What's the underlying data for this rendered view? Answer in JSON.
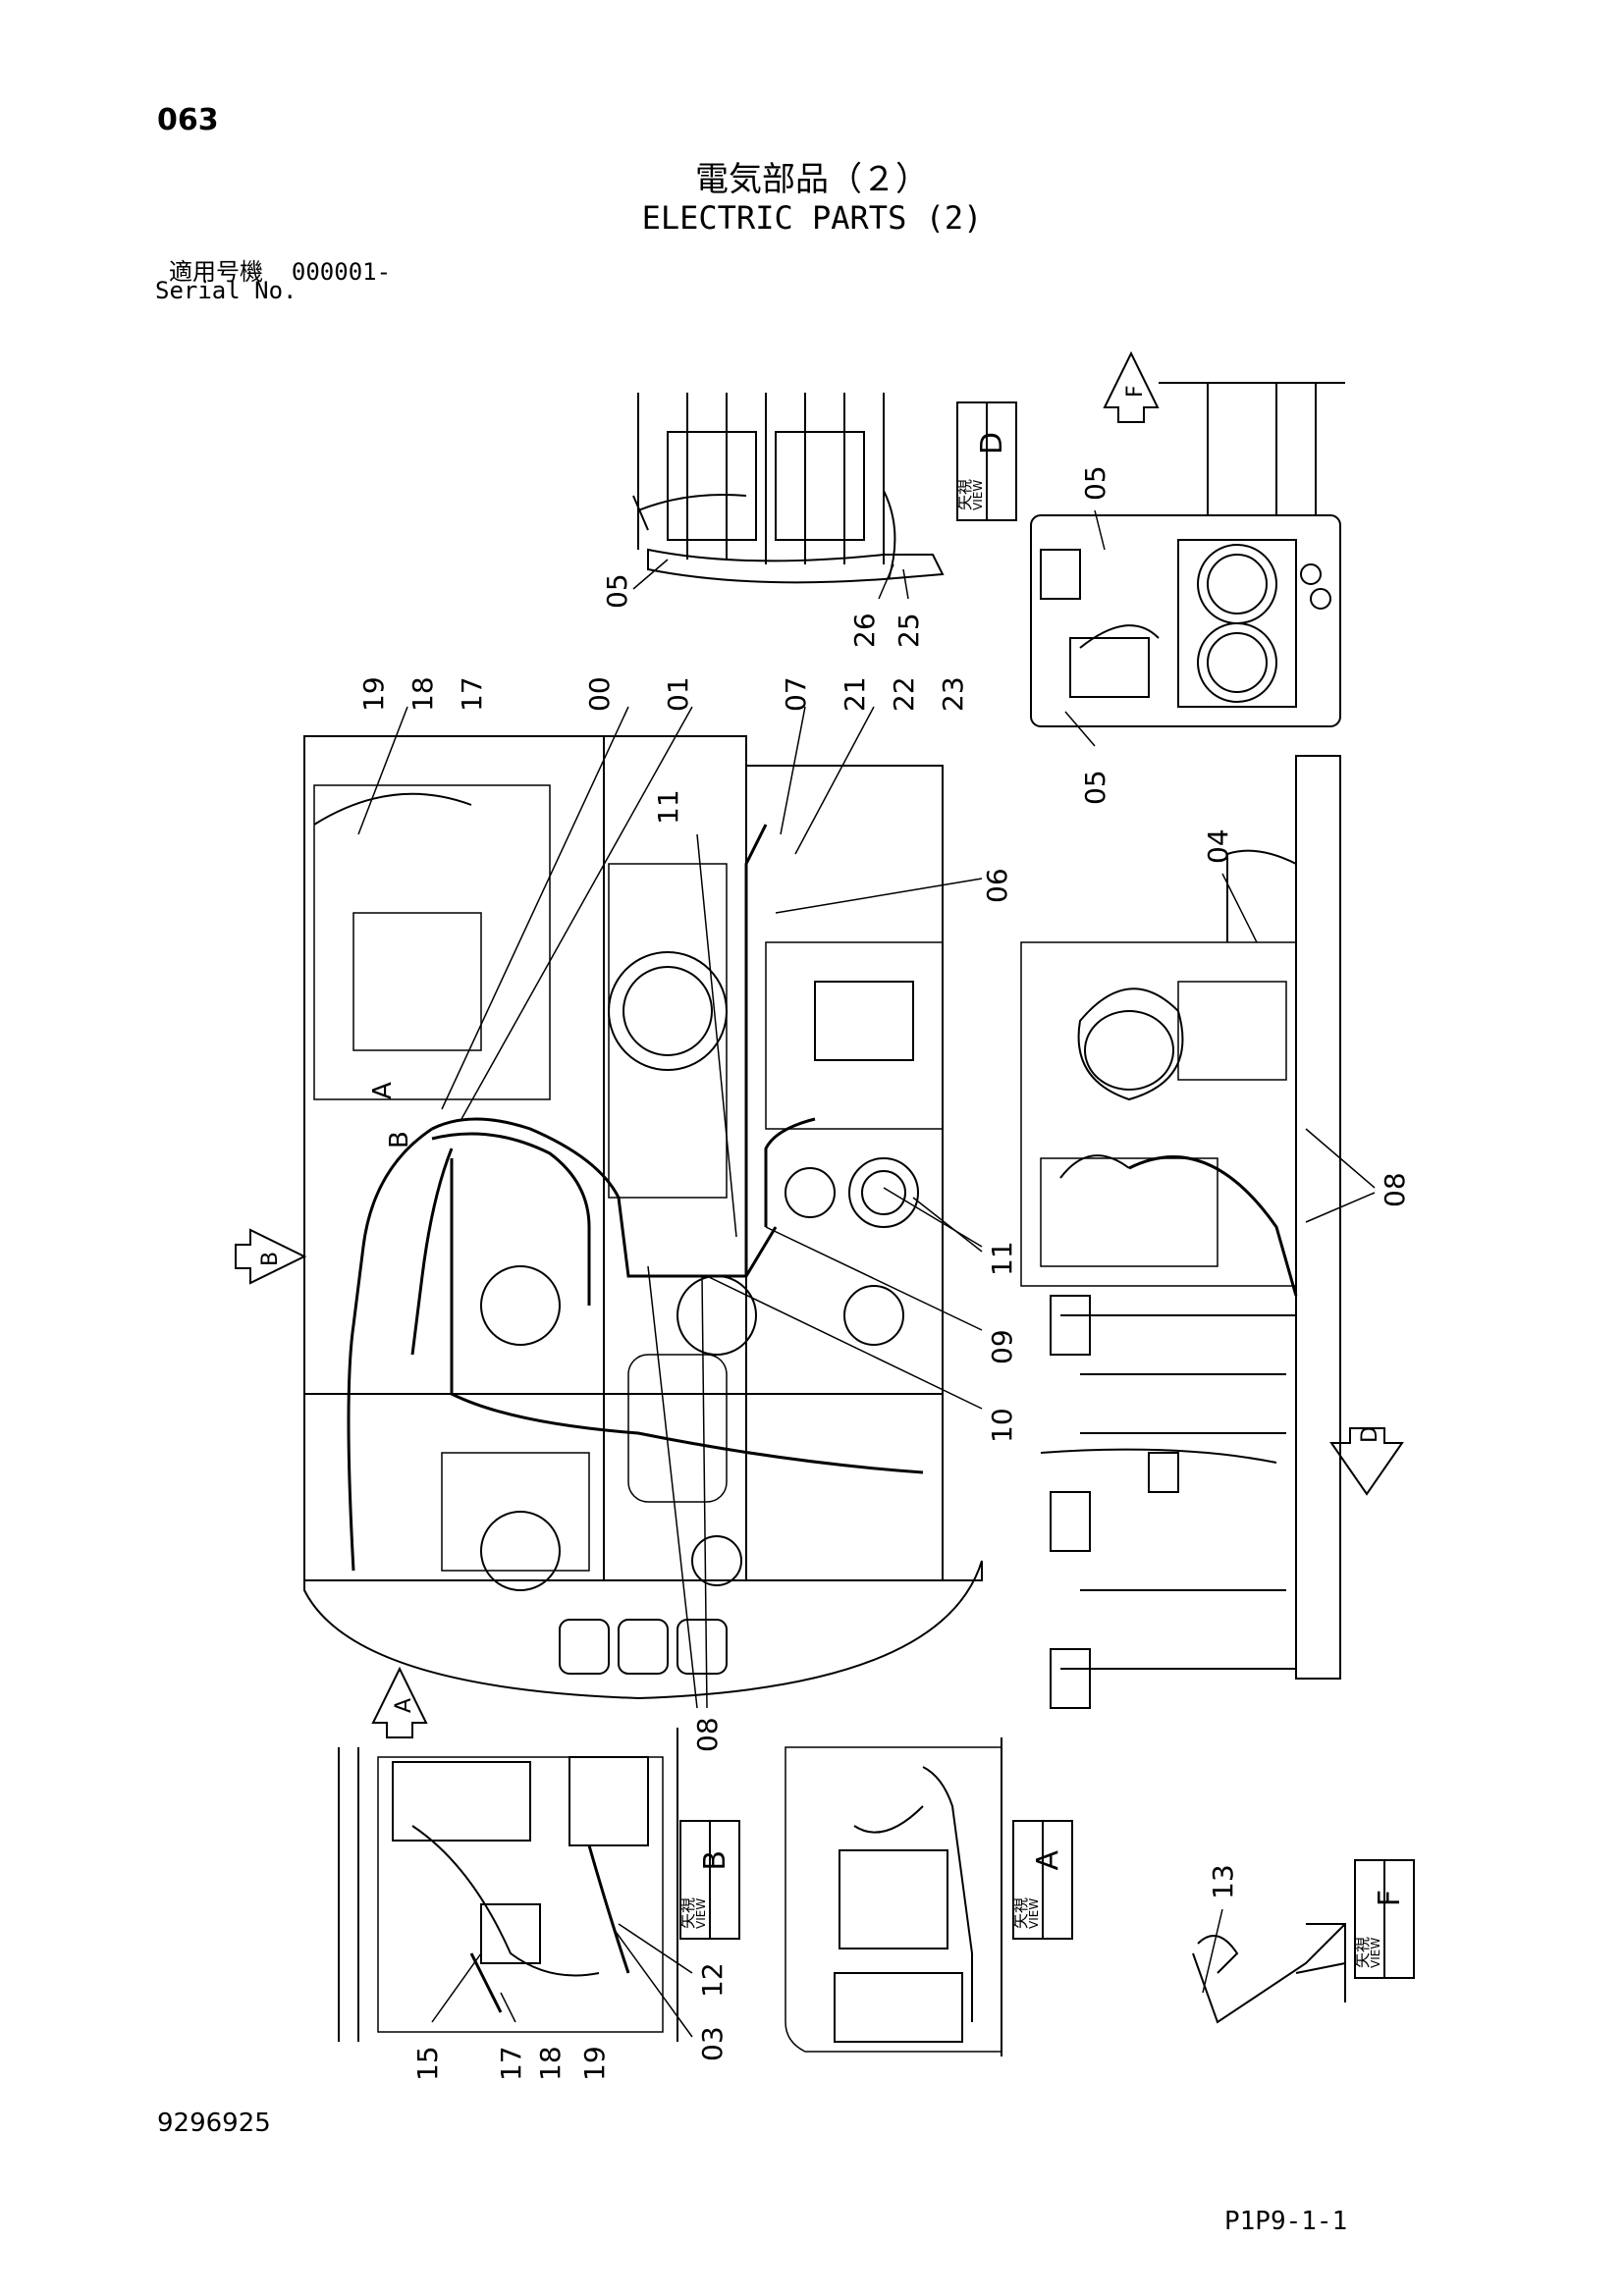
{
  "header": {
    "page_number": "063",
    "title_jp": "電気部品（２）",
    "title_en": "ELECTRIC PARTS (2)",
    "serial_label_jp": "適用号機",
    "serial_value": "000001-",
    "serial_label_en": "Serial No."
  },
  "views": {
    "D": {
      "letter": "D",
      "jp": "矢視",
      "en": "VIEW"
    },
    "B": {
      "letter": "B",
      "jp": "矢視",
      "en": "VIEW"
    },
    "A": {
      "letter": "A",
      "jp": "矢視",
      "en": "VIEW"
    },
    "F": {
      "letter": "F",
      "jp": "矢視",
      "en": "VIEW"
    }
  },
  "arrows": [
    "F",
    "B",
    "A",
    "D"
  ],
  "callouts": {
    "c00": "00",
    "c01": "01",
    "c07": "07",
    "c21": "21",
    "c22": "22",
    "c23": "23",
    "c19a": "19",
    "c18a": "18",
    "c17a": "17",
    "c05a": "05",
    "c26": "26",
    "c25": "25",
    "c05b": "05",
    "c05c": "05",
    "c11a": "11",
    "c06": "06",
    "c04": "04",
    "c08a": "08",
    "c11b": "11",
    "c09": "09",
    "c10": "10",
    "c08b": "08",
    "cA": "A",
    "cB": "B",
    "c12": "12",
    "c03": "03",
    "c15": "15",
    "c17b": "17",
    "c18b": "18",
    "c19b": "19",
    "c13": "13"
  },
  "footer": {
    "doc_number": "9296925",
    "page_code": "P1P9-1-1"
  }
}
